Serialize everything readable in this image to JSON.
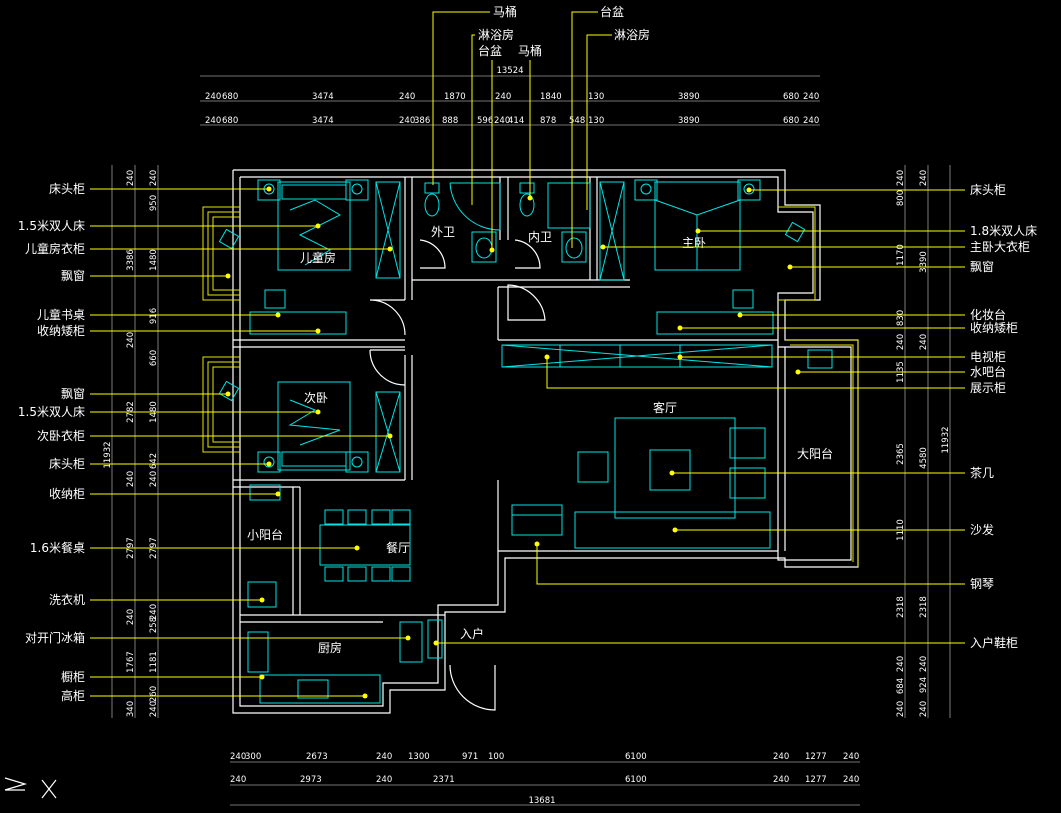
{
  "labels_left": [
    {
      "id": "l1",
      "text": "床头柜"
    },
    {
      "id": "l2",
      "text": "1.5米双人床"
    },
    {
      "id": "l3",
      "text": "儿童房衣柜"
    },
    {
      "id": "l4",
      "text": "飘窗"
    },
    {
      "id": "l5",
      "text": "儿童书桌"
    },
    {
      "id": "l6",
      "text": "收纳矮柜"
    },
    {
      "id": "l7",
      "text": "飘窗"
    },
    {
      "id": "l8",
      "text": "1.5米双人床"
    },
    {
      "id": "l9",
      "text": "次卧衣柜"
    },
    {
      "id": "l10",
      "text": "床头柜"
    },
    {
      "id": "l11",
      "text": "收纳柜"
    },
    {
      "id": "l12",
      "text": "1.6米餐桌"
    },
    {
      "id": "l13",
      "text": "洗衣机"
    },
    {
      "id": "l14",
      "text": "对开门冰箱"
    },
    {
      "id": "l15",
      "text": "橱柜"
    },
    {
      "id": "l16",
      "text": "高柜"
    }
  ],
  "labels_right": [
    {
      "id": "r1",
      "text": "床头柜"
    },
    {
      "id": "r2",
      "text": "1.8米双人床"
    },
    {
      "id": "r3",
      "text": "主卧大衣柜"
    },
    {
      "id": "r4",
      "text": "飘窗"
    },
    {
      "id": "r5",
      "text": "化妆台"
    },
    {
      "id": "r6",
      "text": "收纳矮柜"
    },
    {
      "id": "r7",
      "text": "电视柜"
    },
    {
      "id": "r8",
      "text": "水吧台"
    },
    {
      "id": "r9",
      "text": "展示柜"
    },
    {
      "id": "r10",
      "text": "茶几"
    },
    {
      "id": "r11",
      "text": "沙发"
    },
    {
      "id": "r12",
      "text": "钢琴"
    },
    {
      "id": "r13",
      "text": "入户鞋柜"
    }
  ],
  "labels_top": [
    {
      "id": "t1",
      "text": "马桶"
    },
    {
      "id": "t2",
      "text": "淋浴房"
    },
    {
      "id": "t3",
      "text": "台盆"
    },
    {
      "id": "t4",
      "text": "马桶"
    },
    {
      "id": "t5",
      "text": "台盆"
    },
    {
      "id": "t6",
      "text": "淋浴房"
    }
  ],
  "rooms": [
    {
      "id": "kid",
      "text": "儿童房"
    },
    {
      "id": "wc1",
      "text": "外卫"
    },
    {
      "id": "wc2",
      "text": "内卫"
    },
    {
      "id": "master",
      "text": "主卧"
    },
    {
      "id": "second",
      "text": "次卧"
    },
    {
      "id": "living",
      "text": "客厅"
    },
    {
      "id": "balcony_big",
      "text": "大阳台"
    },
    {
      "id": "balcony_small",
      "text": "小阳台"
    },
    {
      "id": "dining",
      "text": "餐厅"
    },
    {
      "id": "kitchen",
      "text": "厨房"
    },
    {
      "id": "entry",
      "text": "入户"
    }
  ],
  "dims_top": {
    "total": "13524",
    "row1": [
      "240",
      "680",
      "3474",
      "240",
      "1870",
      "240",
      "1840",
      "130",
      "3890",
      "680",
      "240"
    ],
    "row2": [
      "240",
      "680",
      "3474",
      "240",
      "386",
      "888",
      "596",
      "240",
      "414",
      "878",
      "548",
      "130",
      "3890",
      "680",
      "240"
    ]
  },
  "dims_bottom": {
    "total": "13681",
    "row1": [
      "240",
      "300",
      "2673",
      "240",
      "1300",
      "971",
      "100",
      "6100",
      "240",
      "1277",
      "240"
    ],
    "row2": [
      "240",
      "2973",
      "240",
      "2371",
      "6100",
      "240",
      "1277",
      "240"
    ]
  },
  "dims_left": {
    "total": "11932",
    "col1": [
      "240",
      "3386",
      "240",
      "2782",
      "240",
      "2797",
      "240",
      "1767",
      "340"
    ],
    "col2": [
      "240",
      "950",
      "1480",
      "916",
      "660",
      "1480",
      "642",
      "240",
      "2797",
      "258",
      "240",
      "1181",
      "260",
      "240"
    ]
  },
  "dims_right": {
    "total": "11932",
    "col1": [
      "240",
      "3390",
      "240",
      "4580",
      "2318",
      "240",
      "924",
      "240"
    ],
    "col2": [
      "240",
      "800",
      "1170",
      "830",
      "240",
      "1135",
      "2365",
      "1110",
      "2318",
      "240",
      "684",
      "240"
    ]
  },
  "colors": {
    "background": "#000000",
    "wall": "#ffffff",
    "furniture": "#00e5e5",
    "leader": "#ffff00",
    "window": "#e6e600"
  }
}
